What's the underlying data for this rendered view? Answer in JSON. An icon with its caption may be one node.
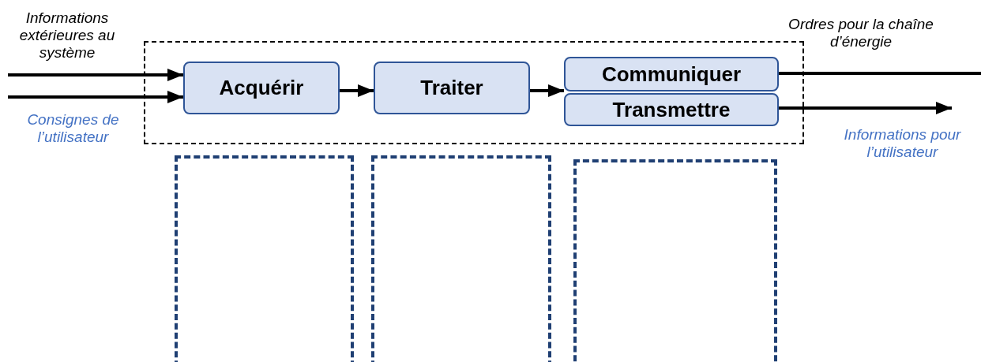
{
  "diagram": {
    "nodes": [
      {
        "text": [],
        "shape": "box"
      },
      {
        "text": [
          "Acquérir"
        ],
        "in": 0
      },
      {
        "text": [
          "Traiter"
        ],
        "in": 0
      },
      {
        "text": [
          "Communiquer"
        ],
        "in": 0
      },
      {
        "text": [
          "Transmettre"
        ],
        "in": 0
      },
      {
        "text": [],
        "shape": "box"
      },
      {
        "text": [],
        "shape": "box"
      },
      {
        "text": [],
        "shape": "box"
      }
    ],
    "edges": [
      {
        "from": null,
        "to": 1,
        "arrow": "to"
      },
      {
        "from": null,
        "to": 1,
        "arrow": "to"
      },
      {
        "from": 1,
        "to": 2,
        "arrow": "to"
      },
      {
        "from": 2,
        "to": 3,
        "arrow": "to"
      },
      {
        "from": 3,
        "to": null,
        "arrow": "none"
      },
      {
        "from": 4,
        "to": null,
        "arrow": "to"
      }
    ],
    "labels": [
      "Informations extérieures au système",
      "Consignes de l’utilisateur",
      "Ordres pour la chaîne d’énergie",
      "Informations pour l’utilisateur"
    ]
  }
}
